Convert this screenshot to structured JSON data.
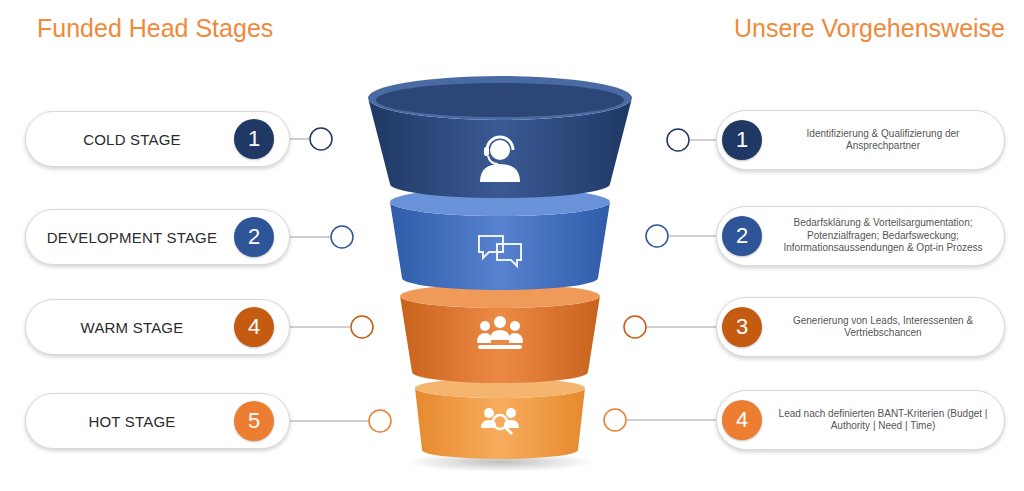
{
  "diagram": {
    "title": "Funded Head Stages",
    "nodes": [
      {
        "text": [
          "COLD STAGE"
        ]
      },
      {
        "text": [
          "1"
        ],
        "in": 0
      },
      {
        "text": [
          "Identifizierung & Qualifizierung der Ansprechpartner"
        ]
      },
      {
        "text": [
          "1"
        ],
        "in": 2
      },
      {
        "text": [
          "DEVELOPMENT STAGE"
        ]
      },
      {
        "text": [
          "2"
        ],
        "in": 4
      },
      {
        "text": [
          "Bedarfsklärung & Vorteilsargumentation; Potenzialfragen; Bedarfsweckung; Informationsaussendungen & Opt-in Prozess"
        ]
      },
      {
        "text": [
          "2"
        ],
        "in": 6
      },
      {
        "text": [
          "WARM STAGE"
        ]
      },
      {
        "text": [
          "4"
        ],
        "in": 8
      },
      {
        "text": [
          "Generierung von Leads, Interessenten & Vertriebschancen"
        ]
      },
      {
        "text": [
          "3"
        ],
        "in": 10
      },
      {
        "text": [
          "HOT STAGE"
        ]
      },
      {
        "text": [
          "5"
        ],
        "in": 12
      },
      {
        "text": [
          "Lead nach definierten BANT-Kriterien (Budget | Authority | Need | Time)"
        ]
      },
      {
        "text": [
          "4"
        ],
        "in": 14
      }
    ],
    "labels": [
      "Unsere Vorgehensweise"
    ]
  }
}
